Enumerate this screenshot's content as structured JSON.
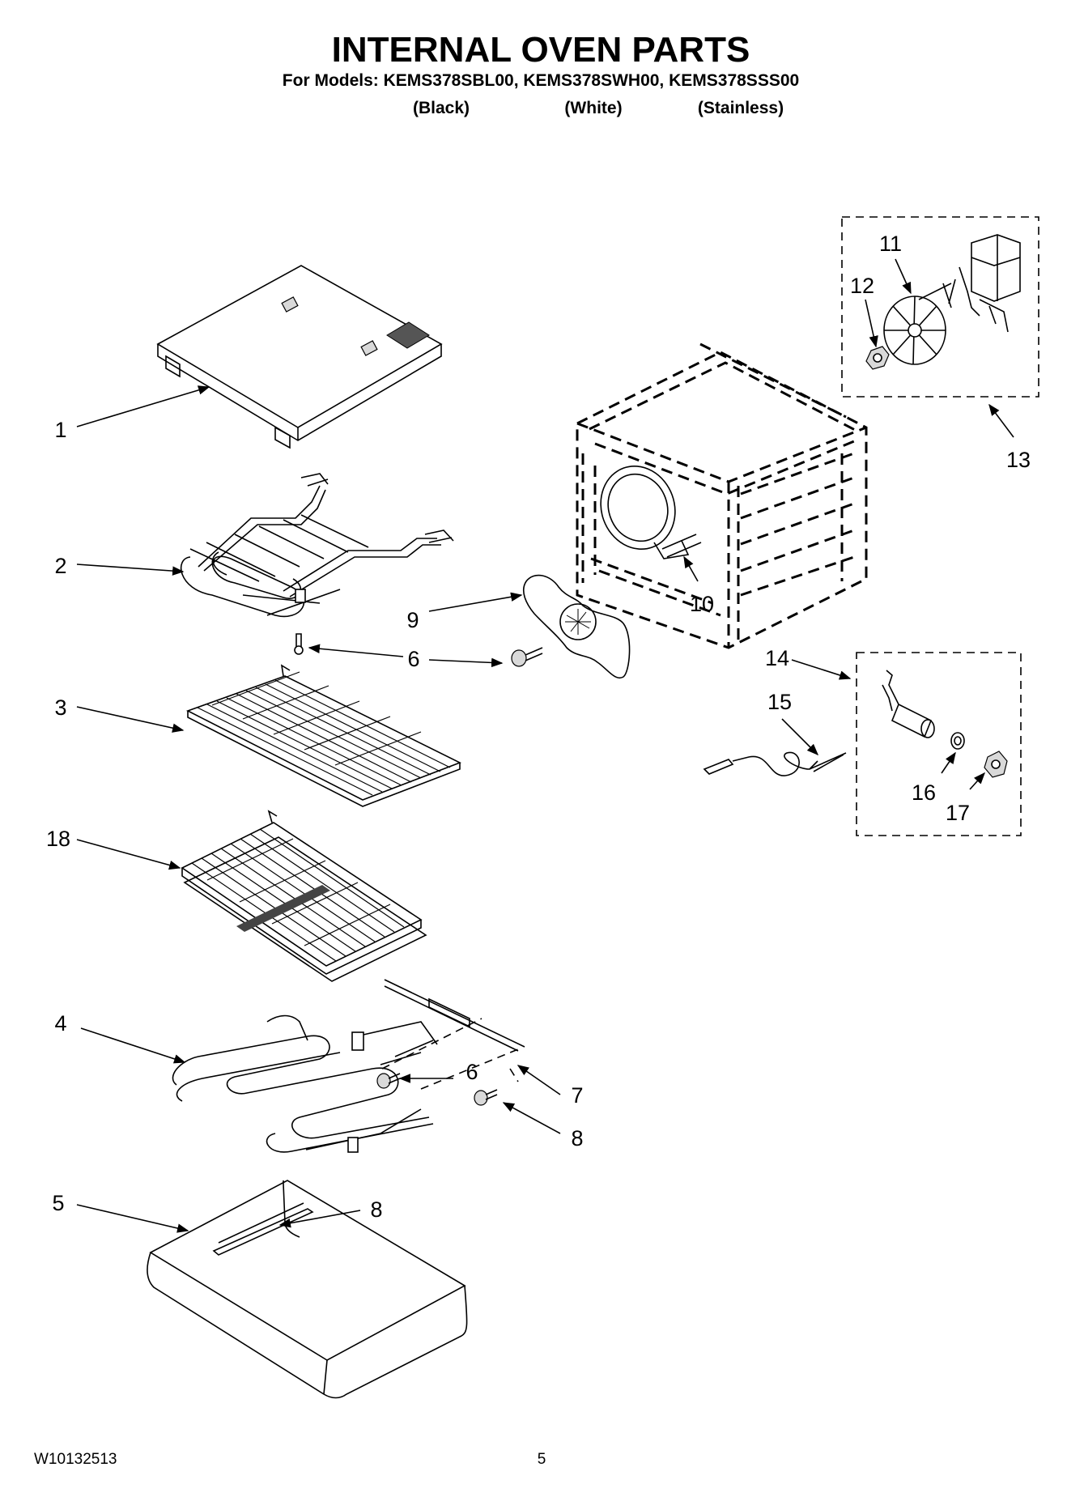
{
  "header": {
    "title": "INTERNAL OVEN PARTS",
    "models_line": "For Models: KEMS378SBL00, KEMS378SWH00, KEMS378SSS00",
    "colors": [
      "(Black)",
      "(White)",
      "(Stainless)"
    ]
  },
  "callouts": {
    "c1": "1",
    "c2": "2",
    "c3": "3",
    "c4": "4",
    "c5": "5",
    "c6a": "6",
    "c6b": "6",
    "c6c": "6",
    "c7": "7",
    "c8a": "8",
    "c8b": "8",
    "c9": "9",
    "c10": "10",
    "c11": "11",
    "c12": "12",
    "c13": "13",
    "c14": "14",
    "c15": "15",
    "c16": "16",
    "c17": "17",
    "c18": "18"
  },
  "footer": {
    "part_number": "W10132513",
    "page_number": "5"
  }
}
